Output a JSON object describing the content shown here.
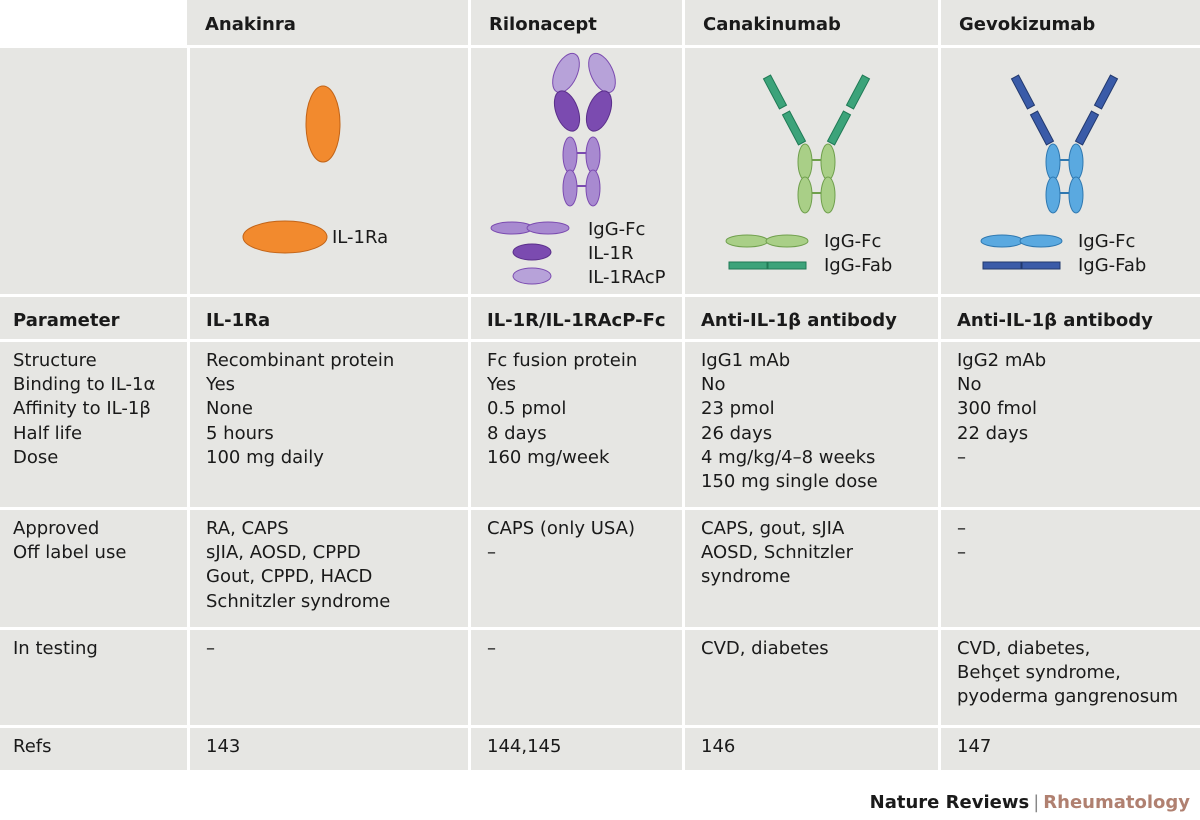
{
  "drugs": [
    "Anakinra",
    "Rilonacept",
    "Canakinumab",
    "Gevokizumab"
  ],
  "legend": {
    "anakinra": [
      "IL-1Ra"
    ],
    "rilonacept": [
      "IgG-Fc",
      "IL-1R",
      "IL-1RAcP"
    ],
    "canakinumab": [
      "IgG-Fc",
      "IgG-Fab"
    ],
    "gevokizumab": [
      "IgG-Fc",
      "IgG-Fab"
    ]
  },
  "parameter_row": {
    "label": "Parameter",
    "values": [
      "IL-1Ra",
      "IL-1R/IL-1RAcP-Fc",
      "Anti-IL-1β antibody",
      "Anti-IL-1β antibody"
    ]
  },
  "properties": {
    "labels": "Structure\nBinding to IL-1α\nAffinity to IL-1β\nHalf life\nDose",
    "values": [
      "Recombinant protein\nYes\nNone\n5 hours\n100 mg daily",
      "Fc fusion protein\nYes\n0.5 pmol\n8 days\n160 mg/week",
      "IgG1 mAb\nNo\n23 pmol\n26 days\n4 mg/kg/4–8 weeks\n150 mg single dose",
      "IgG2 mAb\nNo\n300 fmol\n22 days\n–"
    ]
  },
  "use": {
    "labels": "Approved\nOff label use",
    "values": [
      "RA, CAPS\nsJIA, AOSD, CPPD\nGout, CPPD, HACD\nSchnitzler syndrome",
      "CAPS (only USA)\n–",
      "CAPS, gout, sJIA\nAOSD, Schnitzler\nsyndrome",
      "–\n–"
    ]
  },
  "testing": {
    "label": "In testing",
    "values": [
      "–",
      "–",
      "CVD, diabetes",
      "CVD, diabetes,\nBehçet syndrome,\npyoderma gangrenosum"
    ]
  },
  "refs": {
    "label": "Refs",
    "values": [
      "143",
      "144,145",
      "146",
      "147"
    ]
  },
  "footer": {
    "journal": "Nature Reviews",
    "separator": "|",
    "section": "Rheumatology"
  },
  "colors": {
    "cell_bg": "#e6e6e3",
    "anakinra": "#f28a2e",
    "rilonacept_dark": "#7b4bb0",
    "rilonacept_light": "#b7a2d9",
    "canakinumab_fc": "#a9cf87",
    "canakinumab_fab": "#3ca37a",
    "gevokizumab_fc": "#5aa9e0",
    "gevokizumab_fab": "#3a5ba8",
    "footer_accent": "#b08070"
  }
}
